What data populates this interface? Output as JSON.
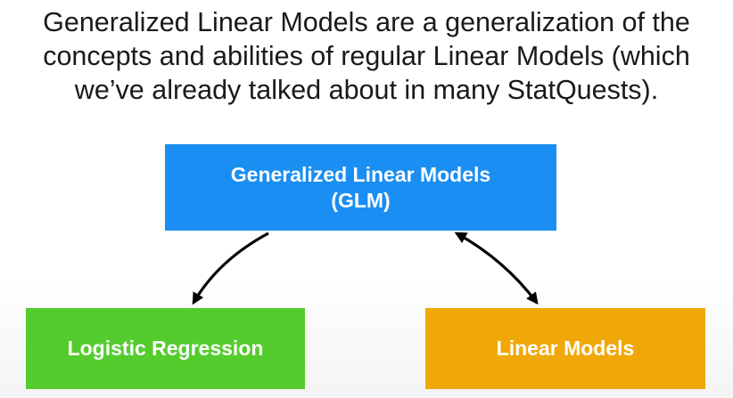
{
  "intro": {
    "lines": [
      "Generalized Linear Models are a generalization of the",
      "concepts and abilities of regular Linear Models (which",
      "we’ve already talked about in many StatQuests)."
    ]
  },
  "diagram": {
    "nodes": [
      {
        "id": "glm",
        "lines": [
          "Generalized Linear Models",
          "(GLM)"
        ],
        "color": "#1a8ef2"
      },
      {
        "id": "logistic",
        "lines": [
          "Logistic Regression"
        ],
        "color": "#55cc2e"
      },
      {
        "id": "linear",
        "lines": [
          "Linear Models"
        ],
        "color": "#f0a808"
      }
    ],
    "edges": [
      {
        "from": "glm",
        "to": "logistic",
        "direction": "one-way"
      },
      {
        "from": "glm",
        "to": "linear",
        "direction": "two-way"
      }
    ],
    "arrow_color": "#000000"
  }
}
